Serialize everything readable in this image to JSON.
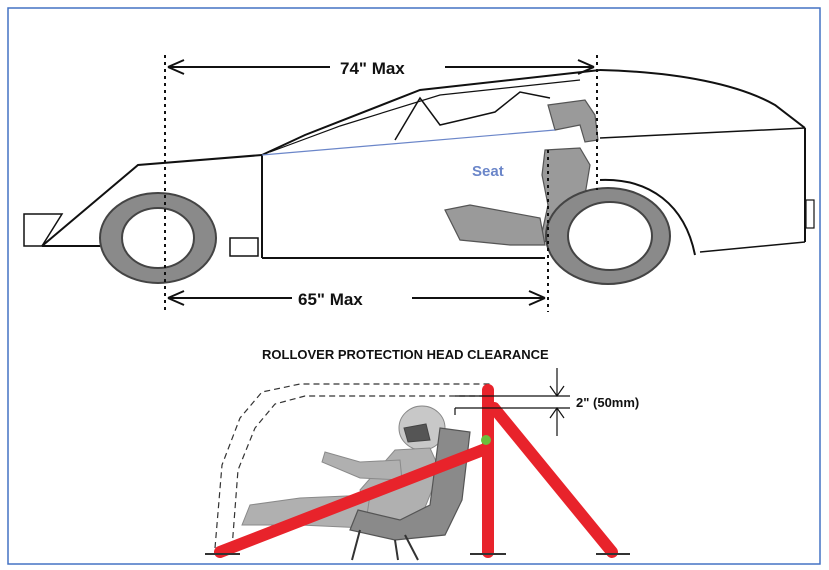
{
  "car_diagram": {
    "dim_top": "74\" Max",
    "dim_bottom": "65\" Max",
    "seat_label": "Seat"
  },
  "rollover_diagram": {
    "title": "ROLLOVER PROTECTION HEAD CLEARANCE",
    "clearance_label": "2\" (50mm)"
  },
  "colors": {
    "frame_border": "#4472c4",
    "roll_bar": "#e8232b",
    "seat_label": "#6b86c9",
    "marker": "#6bbf3a"
  }
}
